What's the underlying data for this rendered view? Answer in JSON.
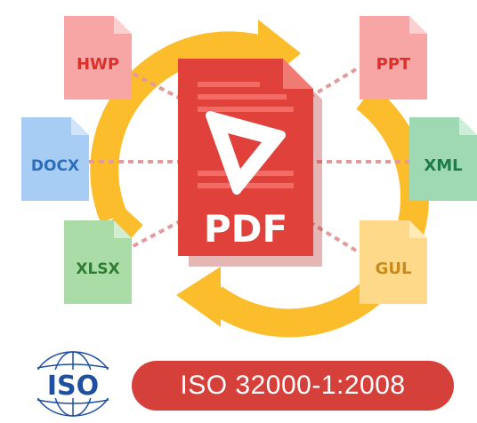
{
  "formats": {
    "hwp": "HWP",
    "ppt": "PPT",
    "docx": "DOCX",
    "xml": "XML",
    "xlsx": "XLSX",
    "gul": "GUL"
  },
  "center_doc": {
    "label": "PDF"
  },
  "standard": {
    "logo_text": "ISO",
    "badge_text": "ISO 32000-1:2008"
  },
  "colors": {
    "hwp": "#f8a5a5",
    "ppt": "#f8a5a5",
    "red_text": "#d9312b",
    "docx": "#a7cdf5",
    "docx_text": "#2a6fb8",
    "xml": "#9fd9b3",
    "xml_text": "#1f7a4c",
    "xlsx": "#a9dca6",
    "xlsx_text": "#2e7d32",
    "gul": "#ffd98a",
    "gul_text": "#c98a1a",
    "arrow": "#fbbd2b",
    "pdf_red": "#e0423b",
    "badge": "#d6403a",
    "iso_blue": "#1f4f9e"
  }
}
